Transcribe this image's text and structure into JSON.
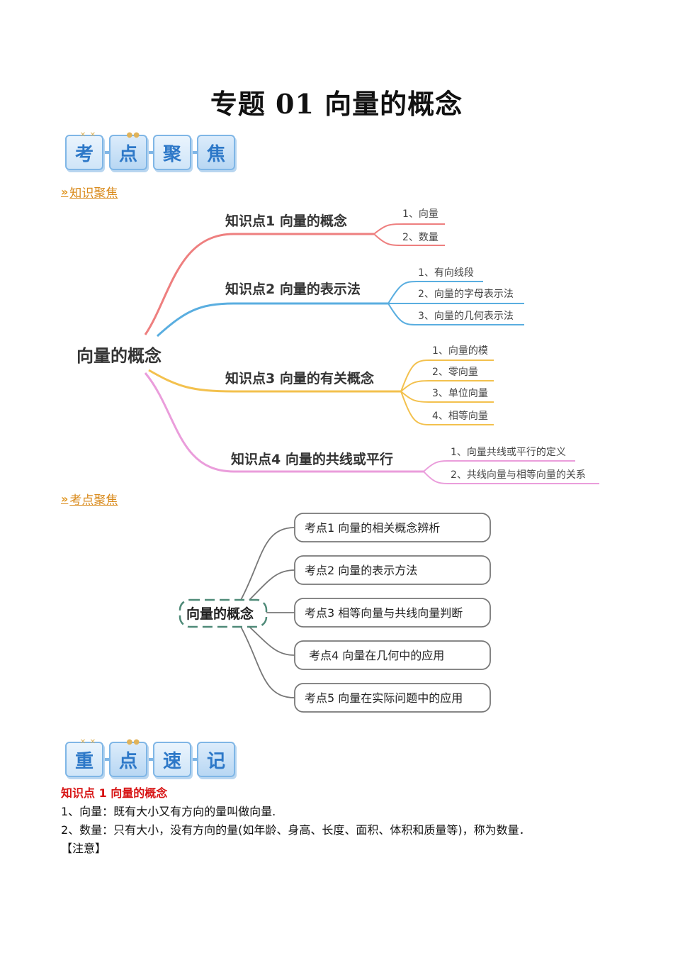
{
  "title": "专题 01 向量的概念",
  "banner1": [
    "考",
    "点",
    "聚",
    "焦"
  ],
  "banner2": [
    "重",
    "点",
    "速",
    "记"
  ],
  "section1": "知识聚焦",
  "section2": "考点聚焦",
  "mindmap1": {
    "root": "向量的概念",
    "branches": [
      {
        "label": "知识点1  向量的概念",
        "color": "#ee7f7f",
        "items": [
          "1、向量",
          "2、数量"
        ]
      },
      {
        "label": "知识点2  向量的表示法",
        "color": "#5aaee0",
        "items": [
          "1、有向线段",
          "2、向量的字母表示法",
          "3、向量的几何表示法"
        ]
      },
      {
        "label": "知识点3  向量的有关概念",
        "color": "#f3c14e",
        "items": [
          "1、向量的模",
          "2、零向量",
          "3、单位向量",
          "4、相等向量"
        ]
      },
      {
        "label": "知识点4  向量的共线或平行",
        "color": "#ea9ddb",
        "items": [
          "1、向量共线或平行的定义",
          "2、共线向量与相等向量的关系"
        ]
      }
    ]
  },
  "mindmap2": {
    "root": "向量的概念",
    "items": [
      "考点1  向量的相关概念辨析",
      "考点2  向量的表示方法",
      "考点3  相等向量与共线向量判断",
      "考点4  向量在几何中的应用",
      "考点5  向量在实际问题中的应用"
    ]
  },
  "notes": {
    "heading": "知识点 1  向量的概念",
    "line1": "1、向量：既有大小又有方向的量叫做向量.",
    "line2": "2、数量：只有大小，没有方向的量(如年龄、身高、长度、面积、体积和质量等)，称为数量．",
    "line3": "【注意】"
  }
}
